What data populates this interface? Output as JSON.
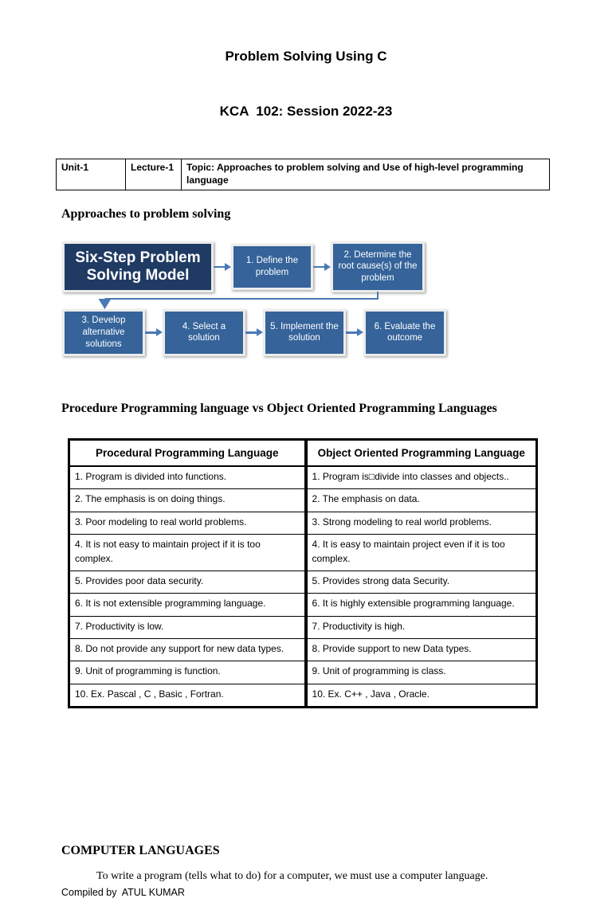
{
  "header": {
    "title_line1": "Problem Solving Using C",
    "title_line2": "KCA  102: Session 2022-23"
  },
  "info_table": {
    "unit": "Unit-1",
    "lecture": "Lecture-1",
    "topic": "Topic: Approaches to problem solving and Use of high-level programming language"
  },
  "sections": {
    "approaches_heading": "Approaches to problem solving",
    "comparison_heading": "Procedure Programming language vs Object Oriented Programming Languages",
    "languages_heading": "COMPUTER LANGUAGES"
  },
  "flowchart": {
    "title": "Six-Step Problem Solving Model",
    "steps": [
      "1. Define the problem",
      "2. Determine the root cause(s) of the problem",
      "3. Develop alternative solutions",
      "4. Select a solution",
      "5. Implement the solution",
      "6. Evaluate the outcome"
    ],
    "colors": {
      "title_box": "#1f3b63",
      "step_box": "#35639a",
      "arrow": "#4a7ab5"
    }
  },
  "comparison_table": {
    "headers": [
      "Procedural Programming Language",
      "Object Oriented Programming Language"
    ],
    "rows": [
      [
        "1. Program is divided into functions.",
        "1. Program is□divide into classes and objects.."
      ],
      [
        "2. The emphasis is on doing things.",
        "2. The emphasis on data."
      ],
      [
        "3. Poor modeling to real world problems.",
        "3. Strong modeling to real world problems."
      ],
      [
        "4. It is not easy to maintain project if it is too complex.",
        "4. It is easy to maintain project even if it is too complex."
      ],
      [
        "5. Provides poor data security.",
        "5. Provides strong data Security."
      ],
      [
        "6. It is not extensible programming language.",
        "6. It is highly extensible programming language."
      ],
      [
        "7. Productivity is low.",
        "7. Productivity is high."
      ],
      [
        "8. Do not provide any support for new data types.",
        "8. Provide support to new Data types."
      ],
      [
        "9. Unit of programming is function.",
        "9. Unit of programming is class."
      ],
      [
        "10. Ex. Pascal , C , Basic , Fortran.",
        "10. Ex. C++ , Java , Oracle."
      ]
    ]
  },
  "footer": {
    "paragraph": "To write a program (tells what to do) for a computer, we must use a computer language.",
    "compiled_by": "Compiled by  ATUL KUMAR"
  }
}
